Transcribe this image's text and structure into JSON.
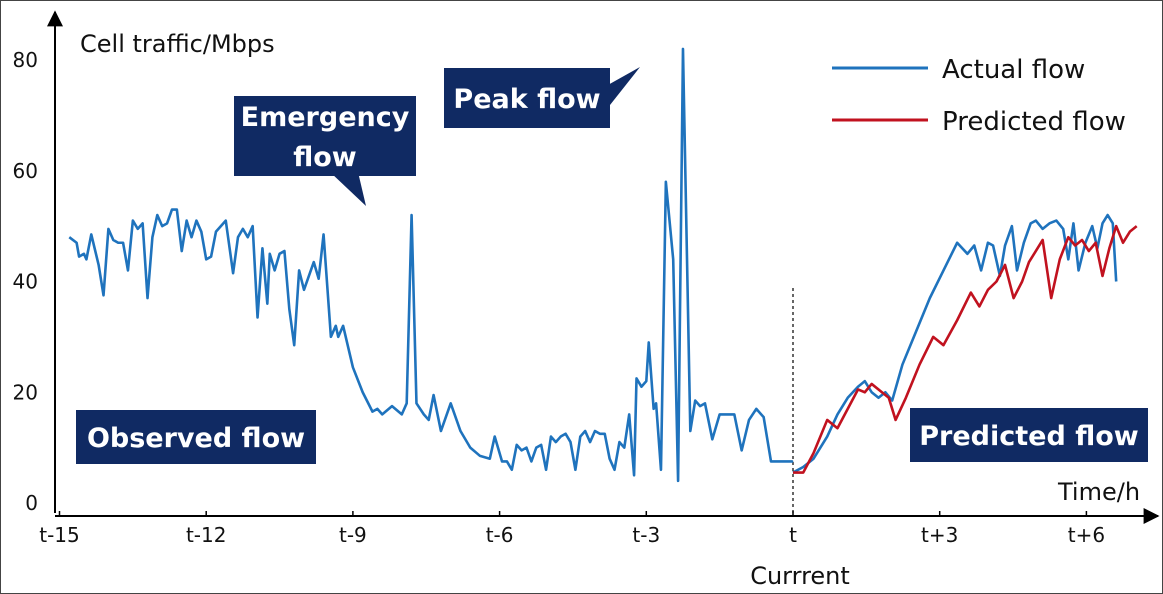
{
  "chart_data": {
    "type": "line",
    "ylabel": "Cell traffic/Mbps",
    "xlabel": "Time/h",
    "ylim": [
      0,
      85
    ],
    "xlim": [
      -15.5,
      7.2
    ],
    "y_ticks": [
      "0",
      "20",
      "40",
      "60",
      "80"
    ],
    "x_ticks": [
      {
        "label": "t-15",
        "x": -15
      },
      {
        "label": "t-12",
        "x": -12
      },
      {
        "label": "t-9",
        "x": -9
      },
      {
        "label": "t-6",
        "x": -6
      },
      {
        "label": "t-3",
        "x": -3
      },
      {
        "label": "t",
        "x": 0
      },
      {
        "label": "t+3",
        "x": 3
      },
      {
        "label": "t+6",
        "x": 6
      }
    ],
    "current_marker": {
      "x": 0,
      "label": "Currrent"
    },
    "legend_position": "top-right",
    "series": [
      {
        "name": "Actual flow",
        "color": "#1f73bd",
        "points": [
          [
            -14.8,
            48
          ],
          [
            -14.65,
            47
          ],
          [
            -14.6,
            44.5
          ],
          [
            -14.5,
            45
          ],
          [
            -14.45,
            44
          ],
          [
            -14.35,
            48.5
          ],
          [
            -14.2,
            43
          ],
          [
            -14.1,
            37.5
          ],
          [
            -14.0,
            49.5
          ],
          [
            -13.9,
            47.5
          ],
          [
            -13.8,
            47
          ],
          [
            -13.7,
            47
          ],
          [
            -13.6,
            42
          ],
          [
            -13.5,
            51
          ],
          [
            -13.4,
            49.5
          ],
          [
            -13.3,
            50.5
          ],
          [
            -13.2,
            37
          ],
          [
            -13.1,
            48
          ],
          [
            -13.0,
            52
          ],
          [
            -12.9,
            50
          ],
          [
            -12.8,
            50.5
          ],
          [
            -12.7,
            53
          ],
          [
            -12.6,
            53
          ],
          [
            -12.5,
            45.5
          ],
          [
            -12.4,
            51
          ],
          [
            -12.3,
            48
          ],
          [
            -12.2,
            51
          ],
          [
            -12.1,
            49
          ],
          [
            -12.0,
            44
          ],
          [
            -11.9,
            44.5
          ],
          [
            -11.8,
            49
          ],
          [
            -11.6,
            51
          ],
          [
            -11.45,
            41.5
          ],
          [
            -11.35,
            48
          ],
          [
            -11.25,
            49.5
          ],
          [
            -11.15,
            48
          ],
          [
            -11.05,
            50
          ],
          [
            -10.95,
            33.5
          ],
          [
            -10.85,
            46
          ],
          [
            -10.75,
            36
          ],
          [
            -10.7,
            45
          ],
          [
            -10.6,
            42
          ],
          [
            -10.5,
            45
          ],
          [
            -10.4,
            45.5
          ],
          [
            -10.3,
            35
          ],
          [
            -10.2,
            28.5
          ],
          [
            -10.1,
            42
          ],
          [
            -10.0,
            38.5
          ],
          [
            -9.9,
            41
          ],
          [
            -9.8,
            43.5
          ],
          [
            -9.7,
            40.5
          ],
          [
            -9.6,
            48.5
          ],
          [
            -9.45,
            30
          ],
          [
            -9.35,
            32
          ],
          [
            -9.3,
            30
          ],
          [
            -9.2,
            32
          ],
          [
            -9.0,
            24.5
          ],
          [
            -8.8,
            20
          ],
          [
            -8.6,
            16.5
          ],
          [
            -8.5,
            17
          ],
          [
            -8.4,
            16
          ],
          [
            -8.2,
            17.5
          ],
          [
            -8.0,
            16
          ],
          [
            -7.9,
            18
          ],
          [
            -7.8,
            52
          ],
          [
            -7.7,
            18
          ],
          [
            -7.55,
            16
          ],
          [
            -7.45,
            15
          ],
          [
            -7.35,
            19.5
          ],
          [
            -7.2,
            13
          ],
          [
            -7.0,
            18
          ],
          [
            -6.8,
            13
          ],
          [
            -6.6,
            10
          ],
          [
            -6.4,
            8.5
          ],
          [
            -6.2,
            8
          ],
          [
            -6.1,
            12
          ],
          [
            -5.95,
            7.5
          ],
          [
            -5.85,
            7.5
          ],
          [
            -5.75,
            6
          ],
          [
            -5.65,
            10.5
          ],
          [
            -5.55,
            9.5
          ],
          [
            -5.45,
            10
          ],
          [
            -5.35,
            7.5
          ],
          [
            -5.25,
            10
          ],
          [
            -5.15,
            10.5
          ],
          [
            -5.05,
            6
          ],
          [
            -4.95,
            12
          ],
          [
            -4.85,
            11
          ],
          [
            -4.75,
            12
          ],
          [
            -4.65,
            12.5
          ],
          [
            -4.55,
            11
          ],
          [
            -4.45,
            6
          ],
          [
            -4.35,
            12
          ],
          [
            -4.25,
            13
          ],
          [
            -4.15,
            11
          ],
          [
            -4.05,
            13
          ],
          [
            -3.95,
            12.5
          ],
          [
            -3.85,
            12.5
          ],
          [
            -3.75,
            8
          ],
          [
            -3.65,
            6
          ],
          [
            -3.55,
            11
          ],
          [
            -3.45,
            10
          ],
          [
            -3.35,
            16
          ],
          [
            -3.25,
            5
          ],
          [
            -3.2,
            22.5
          ],
          [
            -3.1,
            21
          ],
          [
            -3.0,
            22
          ],
          [
            -2.95,
            29
          ],
          [
            -2.85,
            17
          ],
          [
            -2.8,
            18
          ],
          [
            -2.7,
            6
          ],
          [
            -2.6,
            58
          ],
          [
            -2.45,
            44
          ],
          [
            -2.35,
            4
          ],
          [
            -2.25,
            82
          ],
          [
            -2.1,
            13
          ],
          [
            -2.0,
            18.5
          ],
          [
            -1.9,
            17.5
          ],
          [
            -1.8,
            18
          ],
          [
            -1.65,
            11.5
          ],
          [
            -1.5,
            16
          ],
          [
            -1.2,
            16
          ],
          [
            -1.05,
            9.5
          ],
          [
            -0.9,
            15
          ],
          [
            -0.75,
            17
          ],
          [
            -0.6,
            15.5
          ],
          [
            -0.45,
            7.5
          ],
          [
            -0.2,
            7.5
          ],
          [
            -0.1,
            7.5
          ],
          [
            -0.05,
            7.5
          ],
          [
            -0.02,
            7.5
          ],
          [
            -0.1,
            7.5
          ],
          [
            -0.05,
            7.5
          ],
          [
            -0.02,
            7.5
          ],
          [
            -0.35,
            7.5
          ],
          [
            -0.38,
            7.5
          ]
        ]
      },
      {
        "name": "Predicted flow",
        "color": "#c1121f"
      }
    ],
    "annotations": [
      {
        "label": "Emergency flow",
        "lines": [
          "Emergency",
          "flow"
        ]
      },
      {
        "label": "Peak flow"
      },
      {
        "label": "Observed flow"
      },
      {
        "label": "Predicted flow"
      }
    ]
  }
}
